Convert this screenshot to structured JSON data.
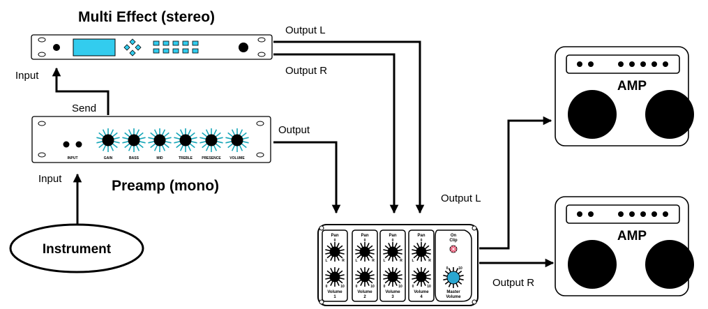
{
  "multi_effect": {
    "title": "Multi Effect (stereo)"
  },
  "preamp": {
    "title": "Preamp (mono)",
    "input_jack_label": "INPUT",
    "knob_labels": [
      "GAIN",
      "BASS",
      "MID",
      "TREBLE",
      "PRESENCE",
      "VOLUME"
    ]
  },
  "mixer": {
    "channels": [
      {
        "pan_label": "Pan",
        "volume_label": "Volume",
        "number": "1"
      },
      {
        "pan_label": "Pan",
        "volume_label": "Volume",
        "number": "2"
      },
      {
        "pan_label": "Pan",
        "volume_label": "Volume",
        "number": "3"
      },
      {
        "pan_label": "Pan",
        "volume_label": "Volume",
        "number": "4"
      }
    ],
    "master": {
      "on_label": "On",
      "clip_label": "Clip",
      "master_label": "Master",
      "volume_label": "Volume"
    },
    "pan_l": "L",
    "pan_r": "R",
    "pan_center": "0",
    "vol_min": "0",
    "vol_max": "10"
  },
  "amps": [
    {
      "label": "AMP"
    },
    {
      "label": "AMP"
    }
  ],
  "instrument": {
    "label": "Instrument"
  },
  "connections": {
    "fx_output_l": "Output L",
    "fx_output_r": "Output R",
    "fx_input": "Input",
    "send": "Send",
    "preamp_output": "Output",
    "preamp_input": "Input",
    "mixer_output_l": "Output L",
    "mixer_output_r": "Output R"
  },
  "colors": {
    "fx_display": "#33ccee",
    "fx_buttons": "#33ccee",
    "knob_rays": "#16a6b8",
    "clip_led": "#e84a6a",
    "master_knob": "#2aa6d0"
  }
}
